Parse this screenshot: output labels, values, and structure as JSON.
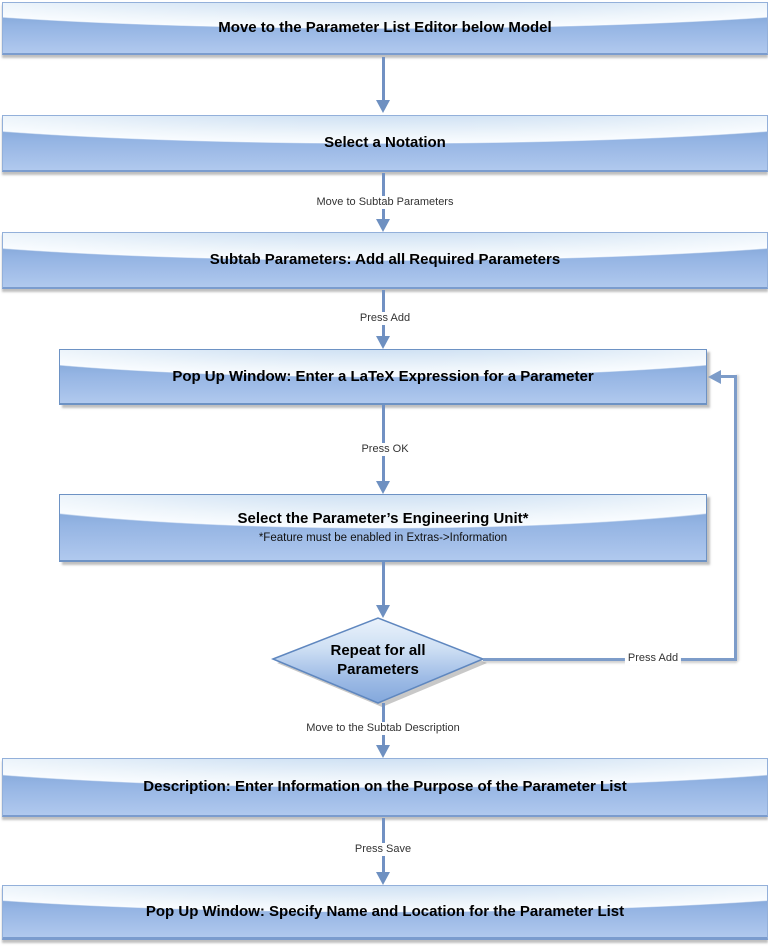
{
  "flow": {
    "boxes": {
      "b1": {
        "label": "Move to the Parameter List Editor below Model"
      },
      "b2": {
        "label": "Select a Notation"
      },
      "b3": {
        "label": "Subtab Parameters: Add all Required Parameters"
      },
      "b4": {
        "label": "Pop Up Window: Enter a LaTeX Expression for a Parameter"
      },
      "b5": {
        "label": "Select the Parameter’s Engineering Unit*",
        "sublabel": "*Feature must be enabled in Extras->Information"
      },
      "b6": {
        "label": "Description: Enter Information on the Purpose of the Parameter List"
      },
      "b7": {
        "label": "Pop Up Window: Specify Name and Location for the Parameter List"
      }
    },
    "diamond": {
      "line1": "Repeat for all",
      "line2": "Parameters"
    },
    "edge_labels": {
      "move_to_subtab_parameters": "Move to Subtab Parameters",
      "press_add": "Press Add",
      "press_ok": "Press OK",
      "press_add_loop": "Press Add",
      "move_to_subtab_description": "Move to the Subtab Description",
      "press_save": "Press Save"
    },
    "colors": {
      "box_fill_top": "#f9fcff",
      "box_fill_light_blue": "#c9ddf2",
      "box_fill_bottom": "#94b4e3",
      "box_border": "#6d92c4",
      "connector": "#7191c3",
      "title_text": "#000000",
      "edge_label_text": "#333333"
    }
  }
}
